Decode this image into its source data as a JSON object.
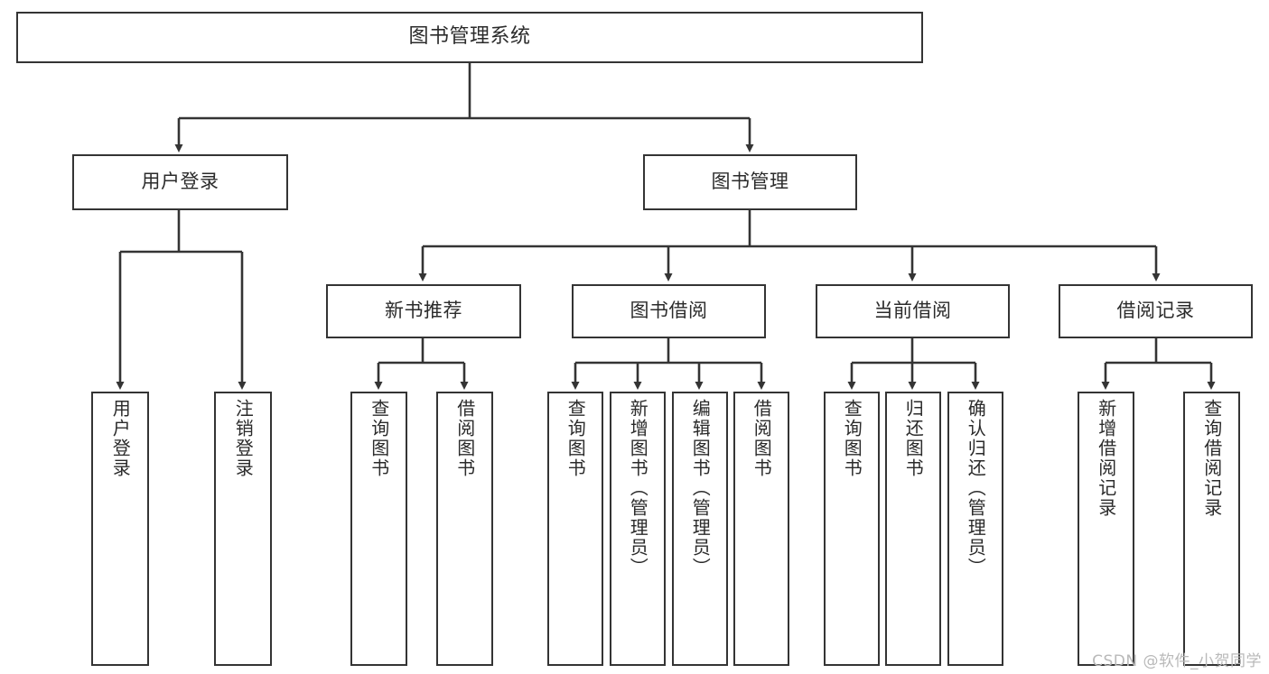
{
  "diagram": {
    "title": "图书管理系统",
    "watermark": "CSDN @软件_小贺同学",
    "colors": {
      "box_border": "#343434",
      "box_fill": "#ffffff",
      "text": "#2b2b2b",
      "connector": "#343434",
      "watermark": "#b9b9b9"
    },
    "root": {
      "label": "图书管理系统"
    },
    "level2": [
      {
        "label": "用户登录"
      },
      {
        "label": "图书管理"
      }
    ],
    "level3": [
      {
        "label": "新书推荐"
      },
      {
        "label": "图书借阅"
      },
      {
        "label": "当前借阅"
      },
      {
        "label": "借阅记录"
      }
    ],
    "leaves": {
      "user_login": [
        {
          "label": "用户登录"
        },
        {
          "label": "注销登录"
        }
      ],
      "new_book_recommend": [
        {
          "label": "查询图书"
        },
        {
          "label": "借阅图书"
        }
      ],
      "book_borrow": [
        {
          "label": "查询图书"
        },
        {
          "label": "新增图书（管理员）"
        },
        {
          "label": "编辑图书（管理员）"
        },
        {
          "label": "借阅图书"
        }
      ],
      "current_borrow": [
        {
          "label": "查询图书"
        },
        {
          "label": "归还图书"
        },
        {
          "label": "确认归还（管理员）"
        }
      ],
      "borrow_record": [
        {
          "label": "新增借阅记录"
        },
        {
          "label": "查询借阅记录"
        }
      ]
    }
  }
}
